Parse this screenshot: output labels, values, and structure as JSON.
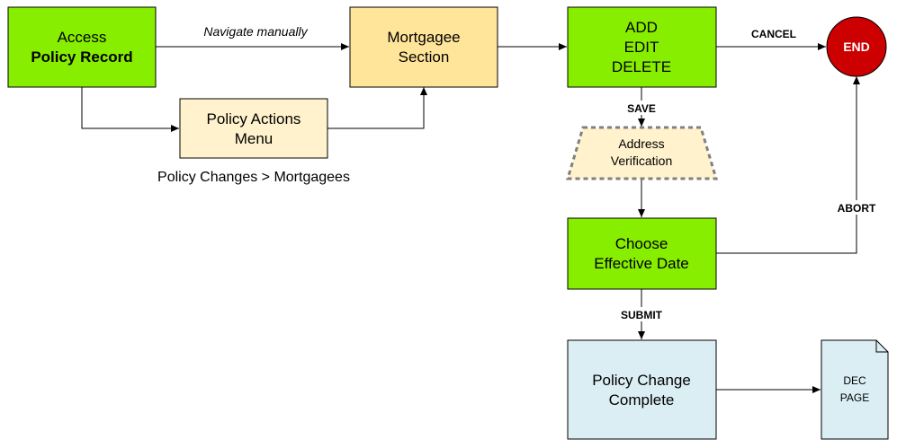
{
  "colors": {
    "green": "#88ee00",
    "orange": "#ffe599",
    "cream": "#fff2cc",
    "blue": "#dbeef4",
    "end_red": "#cc0000",
    "stroke": "#000000",
    "dash": "#808080"
  },
  "nodes": {
    "access": {
      "line1": "Access",
      "line2": "Policy Record"
    },
    "mortgagee": {
      "line1": "Mortgagee",
      "line2": "Section"
    },
    "add_edit_delete": {
      "line1": "ADD",
      "line2": "EDIT",
      "line3": "DELETE"
    },
    "end": {
      "label": "END"
    },
    "policy_actions": {
      "line1": "Policy Actions",
      "line2": "Menu"
    },
    "address_verification": {
      "line1": "Address",
      "line2": "Verification"
    },
    "effective_date": {
      "line1": "Choose",
      "line2": "Effective Date"
    },
    "policy_change": {
      "line1": "Policy Change",
      "line2": "Complete"
    },
    "dec_page": {
      "line1": "DEC",
      "line2": "PAGE"
    }
  },
  "edges": {
    "navigate_manually": "Navigate manually",
    "cancel": "CANCEL",
    "save": "SAVE",
    "abort": "ABORT",
    "submit": "SUBMIT"
  },
  "annotations": {
    "menu_path": "Policy Changes > Mortgagees"
  }
}
